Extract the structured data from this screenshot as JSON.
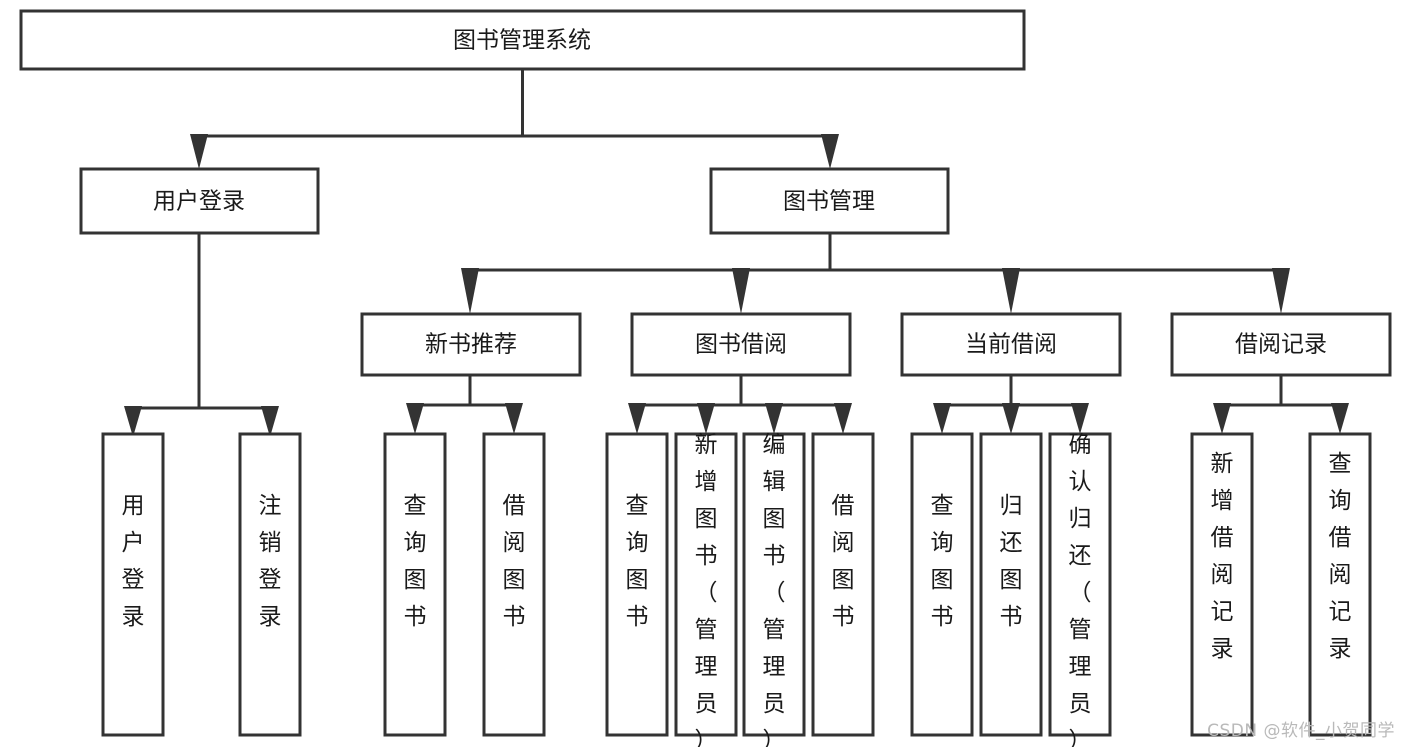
{
  "diagram": {
    "type": "tree",
    "title": "图书管理系统",
    "orientation": "top-down",
    "colors": {
      "background": "#ffffff",
      "box_fill": "#ffffff",
      "box_stroke": "#333333",
      "text": "#1a1a1a",
      "watermark": "#b9b9b9"
    },
    "root": {
      "label": "图书管理系统"
    },
    "level1": [
      {
        "label": "用户登录"
      },
      {
        "label": "图书管理"
      }
    ],
    "level2": [
      {
        "label": "新书推荐"
      },
      {
        "label": "图书借阅"
      },
      {
        "label": "当前借阅"
      },
      {
        "label": "借阅记录"
      }
    ],
    "leaves": {
      "user_login": [
        {
          "label": "用户登录"
        },
        {
          "label": "注销登录"
        }
      ],
      "new_book_recommend": [
        {
          "label": "查询图书"
        },
        {
          "label": "借阅图书"
        }
      ],
      "book_borrow": [
        {
          "label": "查询图书"
        },
        {
          "label": "新增图书（管理员）"
        },
        {
          "label": "编辑图书（管理员）"
        },
        {
          "label": "借阅图书"
        }
      ],
      "current_borrow": [
        {
          "label": "查询图书"
        },
        {
          "label": "归还图书"
        },
        {
          "label": "确认归还（管理员）"
        }
      ],
      "borrow_record": [
        {
          "label": "新增借阅记录"
        },
        {
          "label": "查询借阅记录"
        }
      ]
    }
  },
  "watermark": {
    "text": "CSDN @软件_小贺同学"
  }
}
